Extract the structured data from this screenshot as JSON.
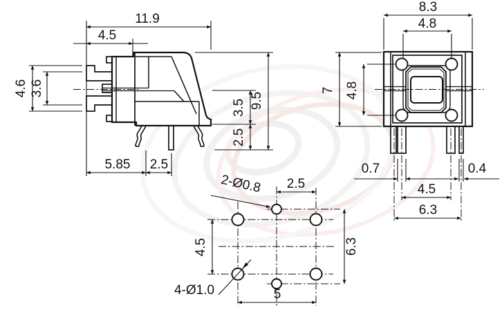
{
  "side_view": {
    "dim_total_width": "11.9",
    "dim_actuator_depth": "4.5",
    "dim_prong_span_outer": "4.6",
    "dim_prong_span_inner": "3.6",
    "dim_total_height": "9.5",
    "dim_center_to_base": "3.5",
    "dim_pin_protrusion": "2.5",
    "dim_base_front_width": "5.85",
    "dim_leg_pin_pitch": "2.5"
  },
  "front_view": {
    "dim_total_width": "8.3",
    "dim_hole_pitch_horizontal": "4.8",
    "dim_body_height": "7",
    "dim_hole_pitch_vertical": "4.8",
    "dim_inner_pin_width": "0.7",
    "dim_outer_pin_width": "0.4",
    "dim_inner_pin_pitch": "4.5",
    "dim_outer_pin_pitch": "6.3"
  },
  "pcb_layout": {
    "label_small_holes": "2-Ø0.8",
    "label_large_holes": "4-Ø1.0",
    "dim_center_to_column": "2.5",
    "dim_row_pitch": "4.5",
    "dim_small_hole_span": "6.3",
    "dim_column_pitch": "5"
  },
  "colors": {
    "line_color": "#111111",
    "background": "#ffffff",
    "watermark_gray": "#e4e4e4",
    "watermark_red": "#f3d6d0"
  }
}
